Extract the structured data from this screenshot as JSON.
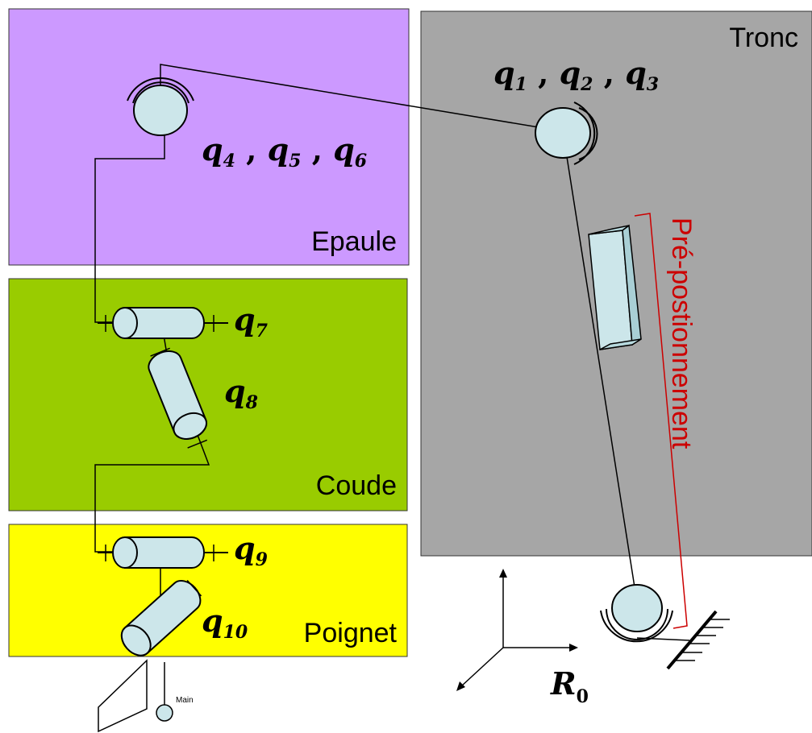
{
  "regions": {
    "epaule": {
      "label": "Epaule",
      "color": "#cc99ff"
    },
    "coude": {
      "label": "Coude",
      "color": "#99cc00"
    },
    "poignet": {
      "label": "Poignet",
      "color": "#ffff00"
    },
    "tronc": {
      "label": "Tronc",
      "color": "#a6a6a6"
    }
  },
  "joint_labels": {
    "q123": {
      "q": "q",
      "s1": "1",
      "s2": "2",
      "s3": "3"
    },
    "q456": {
      "q": "q",
      "s1": "4",
      "s2": "5",
      "s3": "6"
    },
    "q7": {
      "q": "q",
      "s": "7"
    },
    "q8": {
      "q": "q",
      "s": "8"
    },
    "q9": {
      "q": "q",
      "s": "9"
    },
    "q10": {
      "q": "q",
      "s": "10"
    }
  },
  "prepositioning": {
    "label": "Pré-postionnement",
    "color": "#cc0000"
  },
  "hand_label": "Main",
  "frame_label": {
    "main": "R",
    "sub": "0"
  },
  "colors": {
    "joint_fill": "#cce6ea",
    "line": "#000000"
  }
}
